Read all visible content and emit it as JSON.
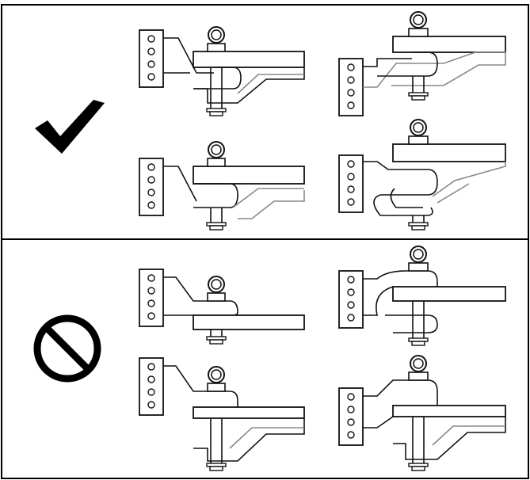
{
  "panels": [
    {
      "symbol": "checkmark-icon",
      "meaning": "correct",
      "hitches": [
        {
          "name": "hitch-correct-1",
          "mount": "left"
        },
        {
          "name": "hitch-correct-2",
          "mount": "left"
        },
        {
          "name": "hitch-correct-3",
          "mount": "left"
        },
        {
          "name": "hitch-correct-4",
          "mount": "left"
        }
      ]
    },
    {
      "symbol": "prohibited-icon",
      "meaning": "incorrect",
      "hitches": [
        {
          "name": "hitch-incorrect-1",
          "mount": "left"
        },
        {
          "name": "hitch-incorrect-2",
          "mount": "left"
        },
        {
          "name": "hitch-incorrect-3",
          "mount": "left"
        },
        {
          "name": "hitch-incorrect-4",
          "mount": "left"
        }
      ]
    }
  ],
  "colors": {
    "line": "#111111",
    "gray_line": "#8a8a8a",
    "background": "#ffffff",
    "border": "#000000"
  }
}
